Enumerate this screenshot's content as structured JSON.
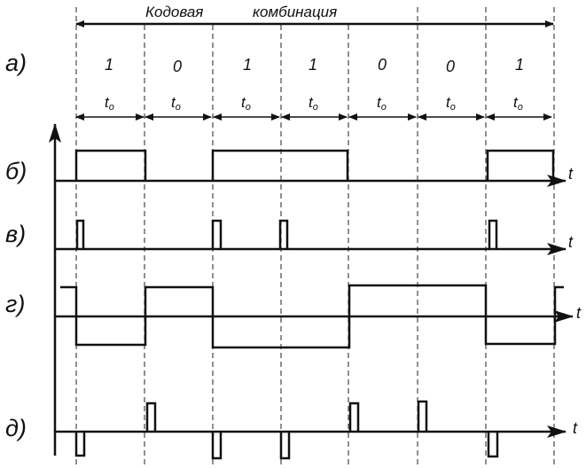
{
  "header": {
    "label_left": "Кодовая",
    "label_right": "комбинация"
  },
  "code_bits": [
    "1",
    "0",
    "1",
    "1",
    "0",
    "0",
    "1"
  ],
  "bit_duration_symbol": "t",
  "bit_duration_subscript": "o",
  "time_symbol": "t",
  "rows": [
    {
      "id": "a",
      "label": "а)"
    },
    {
      "id": "b",
      "label": "б)"
    },
    {
      "id": "v",
      "label": "в)"
    },
    {
      "id": "g",
      "label": "г)"
    },
    {
      "id": "d",
      "label": "д)"
    }
  ]
}
